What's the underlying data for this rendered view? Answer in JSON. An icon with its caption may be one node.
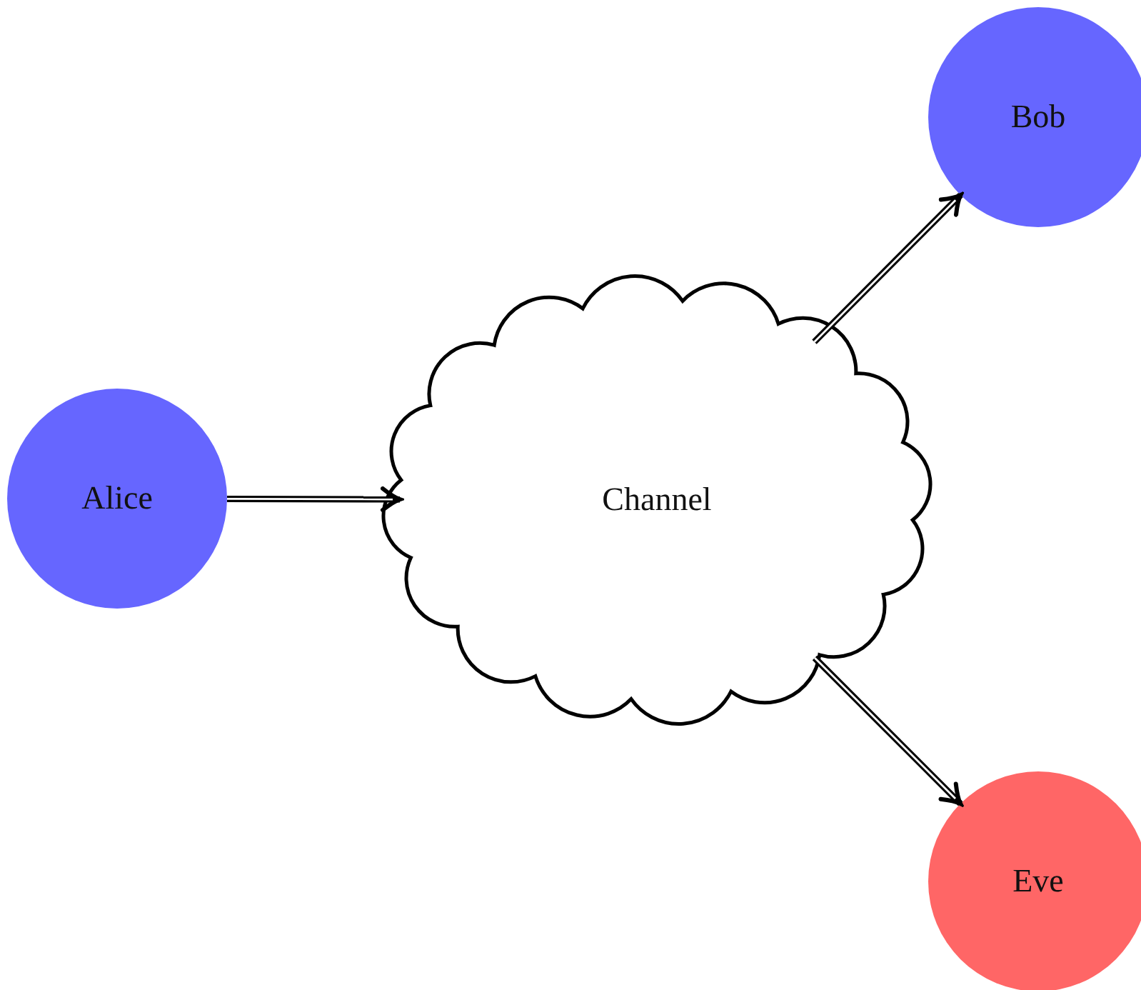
{
  "diagram": {
    "nodes": [
      {
        "text": [
          "Alice"
        ]
      },
      {
        "text": [
          "Channel"
        ]
      },
      {
        "text": [
          "Bob"
        ]
      },
      {
        "text": [
          "Eve"
        ]
      }
    ],
    "edges": [
      {
        "from": 0,
        "to": 1,
        "arrow": "to"
      },
      {
        "from": 1,
        "to": 2,
        "arrow": "to"
      },
      {
        "from": 1,
        "to": 3,
        "arrow": "to"
      }
    ]
  }
}
